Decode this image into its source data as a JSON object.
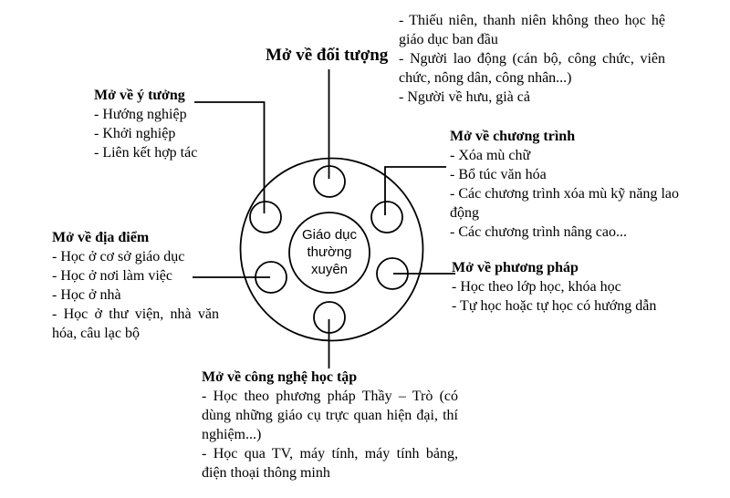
{
  "page": {
    "background_color": "#ffffff",
    "ink_color": "#000000"
  },
  "hub": {
    "label": "Giáo dục thường xuyên"
  },
  "branches": {
    "doi_tuong": {
      "title": "Mở về đối tượng",
      "items": [
        "- Thiếu niên, thanh niên không theo học hệ giáo dục ban đầu",
        "- Người lao động (cán bộ, công chức, viên chức, nông dân, công nhân...)",
        "- Người về hưu, già cả"
      ]
    },
    "y_tuong": {
      "title": "Mở về ý tưởng",
      "items": [
        "- Hướng nghiệp",
        "- Khởi nghiệp",
        "- Liên kết hợp tác"
      ]
    },
    "chuong_trinh": {
      "title": "Mở về chương trình",
      "items": [
        "- Xóa mù chữ",
        "- Bổ túc văn hóa",
        "- Các chương trình xóa mù kỹ năng lao động",
        "- Các chương trình nâng cao..."
      ]
    },
    "phuong_phap": {
      "title": "Mở về phương pháp",
      "items": [
        "- Học theo lớp học, khóa học",
        "- Tự học hoặc tự học có hướng dẫn"
      ]
    },
    "dia_diem": {
      "title": "Mở về địa điểm",
      "items": [
        "- Học ở cơ sở giáo dục",
        "- Học ở nơi làm việc",
        "- Học ở nhà",
        "- Học ở thư viện, nhà văn hóa, câu lạc bộ"
      ]
    },
    "cong_nghe": {
      "title": "Mở về công nghệ học tập",
      "items": [
        "- Học theo phương pháp Thầy – Trò (có dùng những giáo cụ trực quan hiện đại, thí nghiệm...)",
        "- Học qua TV, máy tính, máy tính bảng, điện thoại thông minh"
      ]
    }
  }
}
